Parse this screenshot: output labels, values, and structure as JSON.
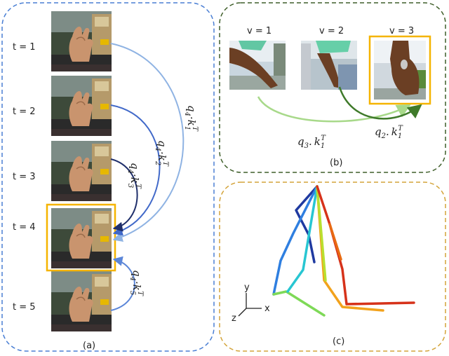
{
  "panel_a": {
    "caption": "(a)",
    "frames": [
      {
        "label": "t = 1"
      },
      {
        "label": "t = 2"
      },
      {
        "label": "t = 3"
      },
      {
        "label": "t = 4"
      },
      {
        "label": "t = 5"
      }
    ],
    "attention_labels": [
      {
        "q": "q",
        "q_sub": "4",
        "dot": "·",
        "k": "k",
        "k_sub": "1",
        "sup": "T"
      },
      {
        "q": "q",
        "q_sub": "4",
        "dot": "·",
        "k": "k",
        "k_sub": "2",
        "sup": "T"
      },
      {
        "q": "q",
        "q_sub": "4",
        "dot": "·",
        "k": "k",
        "k_sub": "3",
        "sup": "T"
      },
      {
        "q": "q",
        "q_sub": "4",
        "dot": "·",
        "k": "k",
        "k_sub": "5",
        "sup": "T"
      }
    ],
    "colors": {
      "border": "#4a7fd4",
      "highlight": "#f5b400",
      "arc_t1": "#8fb3e3",
      "arc_t2": "#4169c9",
      "arc_t3": "#1f2f6b",
      "arc_t5": "#5b86d8"
    }
  },
  "panel_b": {
    "caption": "(b)",
    "views": [
      {
        "label": "v = 1"
      },
      {
        "label": "v = 2"
      },
      {
        "label": "v = 3"
      }
    ],
    "attention_labels": [
      {
        "q": "q",
        "q_sub": "3",
        "dot": ".",
        "k": "k",
        "k_sub": "1",
        "sup": "T"
      },
      {
        "q": "q",
        "q_sub": "2",
        "dot": ".",
        "k": "k",
        "k_sub": "1",
        "sup": "T"
      }
    ],
    "colors": {
      "border": "#3f5f2a",
      "highlight": "#f5b400",
      "arc_v1": "#a8d98a",
      "arc_v2": "#3f7a2a"
    }
  },
  "panel_c": {
    "caption": "(c)",
    "axes": {
      "x": "x",
      "y": "y",
      "z": "z"
    },
    "colors": {
      "border": "#d4a43a"
    }
  }
}
